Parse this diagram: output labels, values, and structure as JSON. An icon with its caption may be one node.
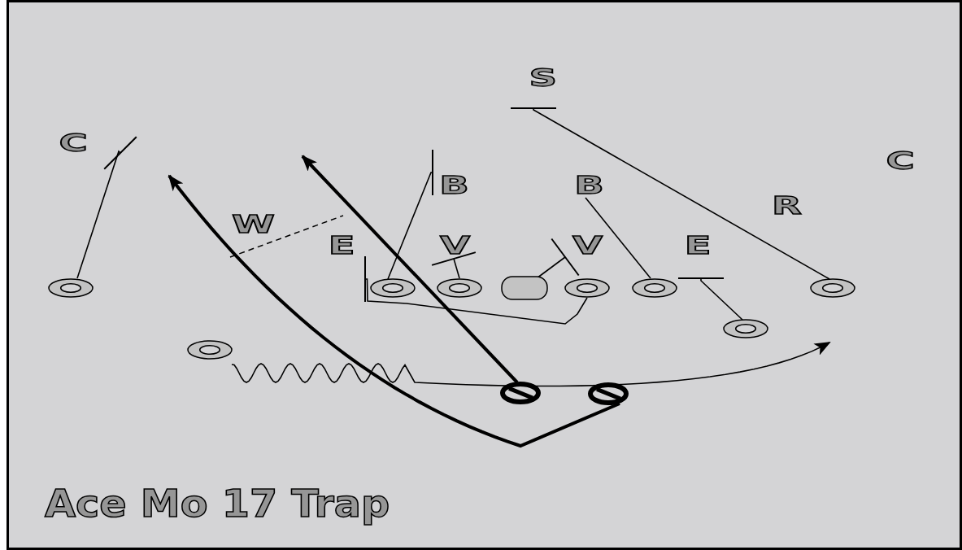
{
  "diagram": {
    "title": "Ace Mo 17 Trap",
    "nodes": [
      {
        "text": [
          "C"
        ]
      },
      {
        "text": [
          "S"
        ]
      },
      {
        "text": [
          "C"
        ]
      },
      {
        "text": [
          "B"
        ]
      },
      {
        "text": [
          "B"
        ]
      },
      {
        "text": [
          "R"
        ]
      },
      {
        "text": [
          "W"
        ]
      },
      {
        "text": [
          "E"
        ]
      },
      {
        "text": [
          "V"
        ]
      },
      {
        "text": [
          "V"
        ]
      },
      {
        "text": [
          "E"
        ]
      },
      {
        "text": [],
        "shape": "circle"
      },
      {
        "text": [],
        "shape": "circle"
      },
      {
        "text": [],
        "shape": "circle"
      },
      {
        "text": [],
        "shape": "box"
      },
      {
        "text": [],
        "shape": "circle"
      },
      {
        "text": [],
        "shape": "circle"
      },
      {
        "text": [],
        "shape": "circle"
      },
      {
        "text": [],
        "shape": "circle"
      },
      {
        "text": [],
        "shape": "circle"
      },
      {
        "text": [],
        "shape": "circle"
      },
      {
        "text": [],
        "shape": "circle"
      }
    ],
    "edges": [
      {
        "from": 11,
        "to": 0,
        "arrow": "other"
      },
      {
        "from": 12,
        "to": 3,
        "arrow": "other"
      },
      {
        "from": 13,
        "to": 8,
        "arrow": "other"
      },
      {
        "from": 14,
        "to": 9,
        "arrow": "other"
      },
      {
        "from": 16,
        "to": 4,
        "arrow": "none"
      },
      {
        "from": 18,
        "to": 10,
        "arrow": "other"
      },
      {
        "from": 17,
        "to": 1,
        "arrow": "other"
      },
      {
        "from": 15,
        "to": 7,
        "arrow": "other"
      },
      {
        "from": 19,
        "to": null,
        "arrow": "to"
      },
      {
        "from": 20,
        "to": null,
        "arrow": "to",
        "style": "thick"
      },
      {
        "from": 21,
        "to": null,
        "arrow": "to",
        "style": "thick"
      }
    ]
  }
}
